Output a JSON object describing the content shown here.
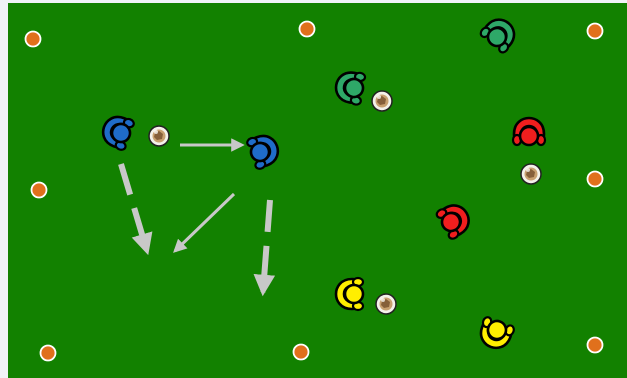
{
  "drill": {
    "pitch": {
      "color": "#128100",
      "frame": "#f0f3f7"
    },
    "colors": {
      "blue": "#1f6cc8",
      "green": "#2ea868",
      "red": "#f01e1e",
      "yellow": "#ffee00",
      "cone": "#e0701c",
      "arrow": "#c8c8c8",
      "ball": "#c8a070"
    },
    "cones": [
      {
        "name": "cone-top-left"
      },
      {
        "name": "cone-top-middle"
      },
      {
        "name": "cone-top-right"
      },
      {
        "name": "cone-mid-left"
      },
      {
        "name": "cone-mid-right"
      },
      {
        "name": "cone-bottom-left"
      },
      {
        "name": "cone-bottom-middle"
      },
      {
        "name": "cone-bottom-right"
      }
    ],
    "players": [
      {
        "name": "blue-player-1",
        "team": "blue"
      },
      {
        "name": "blue-player-2",
        "team": "blue"
      },
      {
        "name": "green-player-1",
        "team": "green"
      },
      {
        "name": "green-player-2",
        "team": "green"
      },
      {
        "name": "red-player-1",
        "team": "red"
      },
      {
        "name": "red-player-2",
        "team": "red"
      },
      {
        "name": "yellow-player-1",
        "team": "yellow"
      },
      {
        "name": "yellow-player-2",
        "team": "yellow"
      }
    ],
    "balls": [
      {
        "name": "ball-blue"
      },
      {
        "name": "ball-green"
      },
      {
        "name": "ball-red"
      },
      {
        "name": "ball-yellow"
      }
    ],
    "arrows": [
      {
        "name": "pass-arrow",
        "style": "thin"
      },
      {
        "name": "diagonal-arrow",
        "style": "thin"
      },
      {
        "name": "dribble-arrow-left",
        "style": "dashed"
      },
      {
        "name": "dribble-arrow-right",
        "style": "dashed"
      }
    ]
  }
}
